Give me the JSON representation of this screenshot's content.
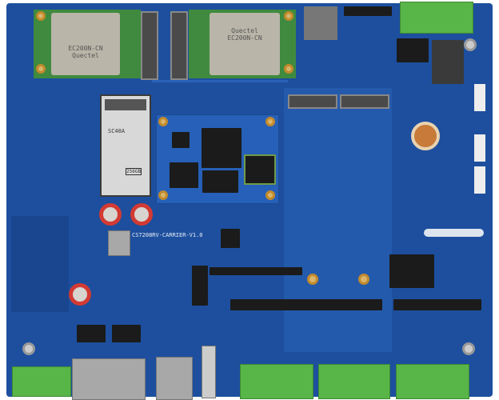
{
  "board_label": "CS7208RV-CARRIER-V1.0",
  "modules": [
    {
      "brand": "Quectel",
      "model": "EC200N-CN"
    },
    {
      "brand": "Quectel",
      "model": "EC200N-CN"
    }
  ],
  "ssd": {
    "brand": "SC40A",
    "capacity": "256GB"
  },
  "colors": {
    "pcb": "#1d4f9e",
    "module": "#3f8a3e",
    "terminal": "#58b548",
    "capacitor": "#d23a33"
  }
}
